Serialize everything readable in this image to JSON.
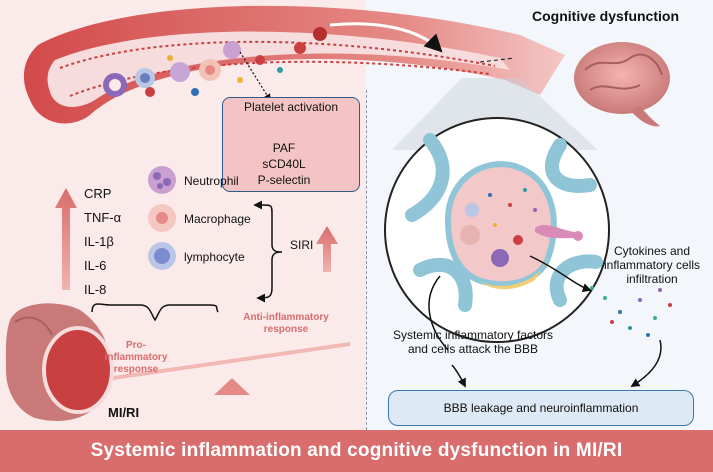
{
  "title": "Cognitive dysfunction",
  "platelet": {
    "title": "Platelet activation",
    "items": [
      "PAF",
      "sCD40L",
      "P-selectin"
    ]
  },
  "markers": [
    "CRP",
    "TNF-α",
    "IL-1β",
    "IL-6",
    "IL-8"
  ],
  "cells": [
    "Neutrophil",
    "Macrophage",
    "lymphocyte"
  ],
  "siri": "SIRI",
  "responses": {
    "pro": "Pro-inflammatory response",
    "anti": "Anti-inflammatory response"
  },
  "condition": "MI/RI",
  "right": {
    "cytokines": "Cytokines and inflammatory cells infiltration",
    "systemic": "Systemic inflammatory factors and cells attack the BBB",
    "outcome": "BBB leakage and  neuroinflammation"
  },
  "footer": "Systemic inflammation and cognitive dysfunction  in MI/RI",
  "colors": {
    "accent_red": "#d96c6c",
    "pale_red": "#fbeaea",
    "pale_blue": "#f3f7fb",
    "box_blue": "#3b78b0"
  }
}
